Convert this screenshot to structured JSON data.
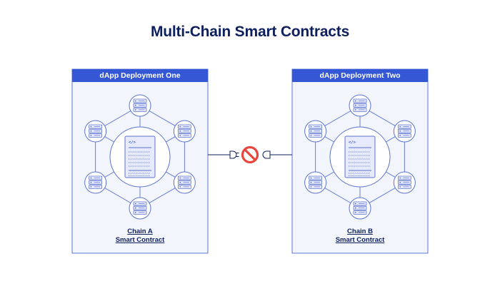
{
  "title": "Multi-Chain Smart Contracts",
  "panels": [
    {
      "header": "dApp Deployment One",
      "caption_line1": "Chain A",
      "caption_line2": "Smart Contract"
    },
    {
      "header": "dApp Deployment Two",
      "caption_line1": "Chain B",
      "caption_line2": "Smart Contract"
    }
  ],
  "contract_icon": {
    "code_symbol": "</>"
  },
  "colors": {
    "navy": "#0e1f5e",
    "blue": "#3457d5",
    "line": "#5b73cf",
    "panel_bg": "#f3f5fc",
    "blocked_red": "#e8453c"
  },
  "connection": {
    "status": "blocked",
    "icons": [
      "plug-left-icon",
      "no-entry-icon",
      "plug-right-icon"
    ]
  }
}
